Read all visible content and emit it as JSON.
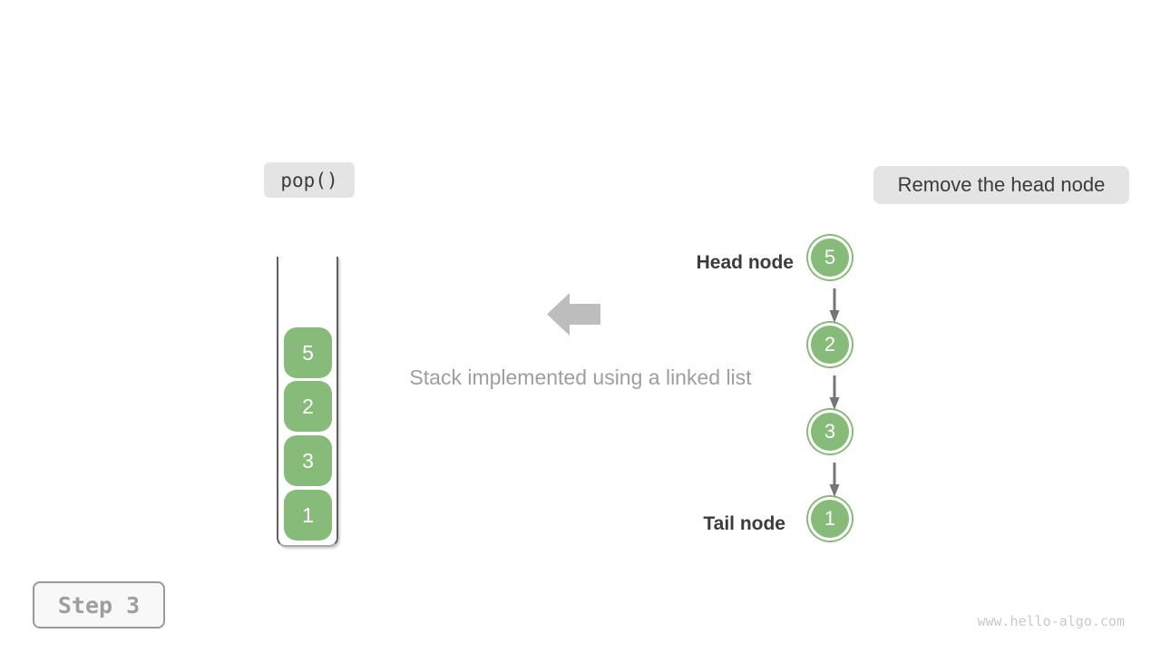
{
  "colors": {
    "green": "#86bb7a",
    "label_box_bg": "#e4e4e4",
    "dark_text": "#3b3b3b",
    "gray_text": "#9e9e9e",
    "arrow_gray": "#bdbdbd",
    "connector_gray": "#757575",
    "watermark_gray": "#c9c9c9"
  },
  "operation": {
    "label": "pop()"
  },
  "annotation": {
    "label": "Remove the head node"
  },
  "stack": {
    "items": [
      "5",
      "2",
      "3",
      "1"
    ]
  },
  "caption": "Stack implemented using a linked list",
  "linked_list": {
    "head_label": "Head node",
    "tail_label": "Tail node",
    "nodes": [
      "5",
      "2",
      "3",
      "1"
    ]
  },
  "step": {
    "label": "Step 3"
  },
  "watermark": "www.hello-algo.com"
}
